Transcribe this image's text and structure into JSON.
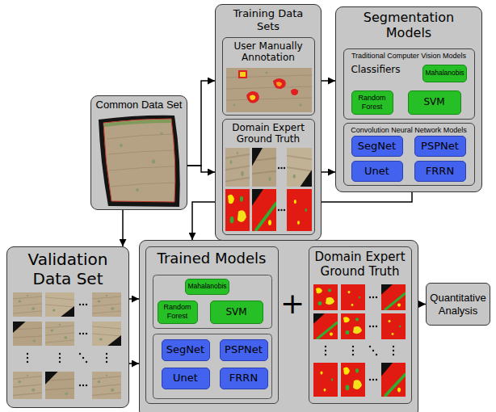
{
  "diagram": {
    "nodes": [
      {
        "text": [
          "Common Data Set"
        ]
      },
      {
        "text": [
          "Training Data Sets"
        ]
      },
      {
        "text": [
          "User Manually Annotation"
        ],
        "in": 1
      },
      {
        "text": [
          "Domain Expert Ground Truth"
        ],
        "in": 1
      },
      {
        "text": [
          "Segmentation Models"
        ]
      },
      {
        "text": [
          "Traditional Computer Vision Models",
          "Classifiers"
        ],
        "in": 4
      },
      {
        "text": [
          "Mahalanobis"
        ],
        "in": 5
      },
      {
        "text": [
          "Random Forest"
        ],
        "in": 5
      },
      {
        "text": [
          "SVM"
        ],
        "in": 5
      },
      {
        "text": [
          "Convolution Neural Network Models"
        ],
        "in": 4
      },
      {
        "text": [
          "SegNet"
        ],
        "in": 9
      },
      {
        "text": [
          "PSPNet"
        ],
        "in": 9
      },
      {
        "text": [
          "Unet"
        ],
        "in": 9
      },
      {
        "text": [
          "FRRN"
        ],
        "in": 9
      },
      {
        "text": [
          "Validation Data Set"
        ]
      },
      {
        "text": [
          "+"
        ]
      },
      {
        "text": [
          "Trained Models"
        ],
        "in": 15
      },
      {
        "text": [
          "Mahalanobis"
        ],
        "in": 16
      },
      {
        "text": [
          "Random Forest"
        ],
        "in": 16
      },
      {
        "text": [
          "SVM"
        ],
        "in": 16
      },
      {
        "text": [
          "SegNet"
        ],
        "in": 16
      },
      {
        "text": [
          "PSPNet"
        ],
        "in": 16
      },
      {
        "text": [
          "Unet"
        ],
        "in": 16
      },
      {
        "text": [
          "FRRN"
        ],
        "in": 16
      },
      {
        "text": [
          "Domain Expert Ground Truth"
        ],
        "in": 15
      },
      {
        "text": [
          "Quantitative Analysis"
        ]
      }
    ],
    "edges": [
      {
        "from": 0,
        "to": 1,
        "arrow": "to"
      },
      {
        "from": 0,
        "to": 1,
        "arrow": "to"
      },
      {
        "from": 1,
        "to": 4,
        "arrow": "to"
      },
      {
        "from": 1,
        "to": 4,
        "arrow": "to"
      },
      {
        "from": 0,
        "to": 14,
        "arrow": "to"
      },
      {
        "from": 4,
        "to": 15,
        "arrow": "to"
      },
      {
        "from": 14,
        "to": 15,
        "arrow": "to"
      },
      {
        "from": 14,
        "to": 15,
        "arrow": "to"
      },
      {
        "from": 15,
        "to": 25,
        "arrow": "to"
      }
    ]
  }
}
